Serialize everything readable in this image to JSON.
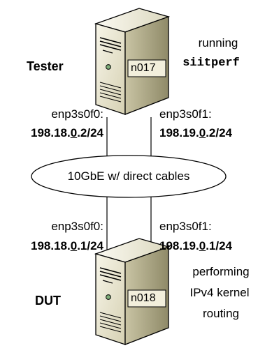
{
  "tester": {
    "role": "Tester",
    "node": "n017",
    "note_line1": "running",
    "note_line2": "siitperf",
    "left_if": "enp3s0f0:",
    "left_ip_a": "198.18.",
    "left_ip_u": "0",
    "left_ip_b": ".2/24",
    "right_if": "enp3s0f1:",
    "right_ip_a": "198.19.",
    "right_ip_u": "0",
    "right_ip_b": ".2/24"
  },
  "link": {
    "label": "10GbE w/ direct cables"
  },
  "dut": {
    "role": "DUT",
    "node": "n018",
    "note_line1": "performing",
    "note_line2": "IPv4 kernel",
    "note_line3": "routing",
    "left_if": "enp3s0f0:",
    "left_ip_a": "198.18.",
    "left_ip_u": "0",
    "left_ip_b": ".1/24",
    "right_if": "enp3s0f1:",
    "right_ip_a": "198.19.",
    "right_ip_u": "0",
    "right_ip_b": ".1/24"
  },
  "icons": {
    "tester_server": "server-tower-icon",
    "dut_server": "server-tower-icon"
  },
  "colors": {
    "server_body": "#e9e5cf",
    "server_side": "#a49f7b",
    "server_outline": "#000000"
  }
}
